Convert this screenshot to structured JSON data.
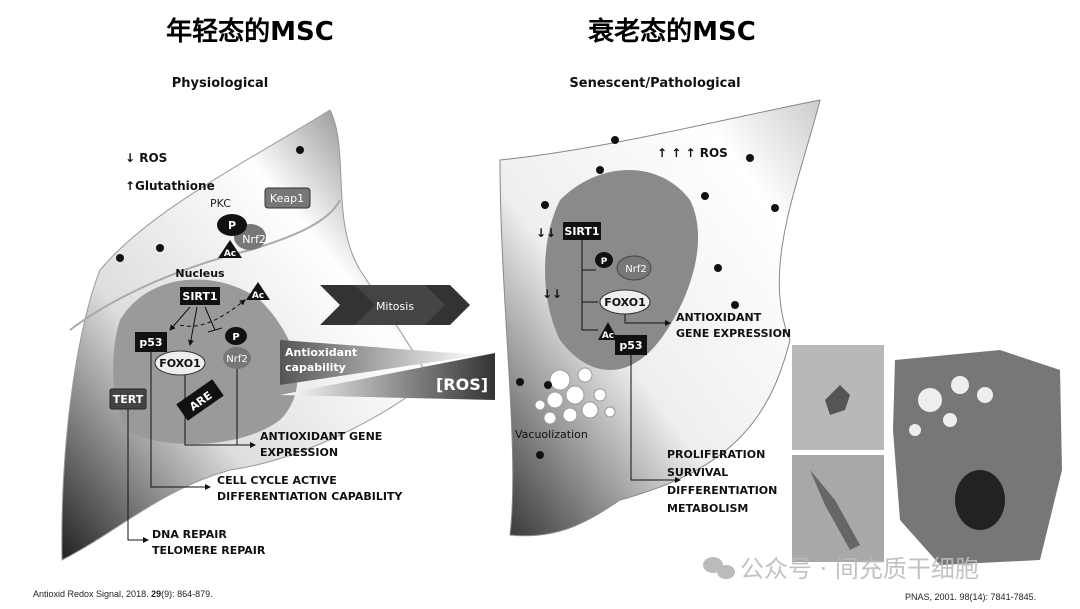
{
  "titles": {
    "young": "年轻态的MSC",
    "senescent": "衰老态的MSC"
  },
  "left": {
    "subtitle": "Physiological",
    "ros": "↓ ROS",
    "glutathione": "↑Glutathione",
    "pkc": "PKC",
    "keap1": "Keap1",
    "p": "P",
    "nrf2": "Nrf2",
    "ac": "Ac",
    "nucleus": "Nucleus",
    "sirt1": "SIRT1",
    "p53": "p53",
    "foxo1": "FOXO1",
    "are": "ARE",
    "tert": "TERT",
    "out1a": "ANTIOXIDANT GENE",
    "out1b": "EXPRESSION",
    "out2a": "CELL CYCLE ACTIVE",
    "out2b": "DIFFERENTIATION CAPABILITY",
    "out3a": "DNA REPAIR",
    "out3b": "TELOMERE REPAIR"
  },
  "middle": {
    "mitosis": "Mitosis",
    "antioxidant_a": "Antioxidant",
    "antioxidant_b": "capability",
    "ros": "[ROS]"
  },
  "right": {
    "subtitle": "Senescent/Pathological",
    "ros": "↑ ↑ ↑  ROS",
    "sirt1_arrows": "↓↓",
    "sirt1": "SIRT1",
    "p": "P",
    "nrf2": "Nrf2",
    "arrows2": "↓↓",
    "foxo1": "FOXO1",
    "ac": "Ac",
    "p53": "p53",
    "gene_a": "ANTIOXIDANT",
    "gene_b": "GENE EXPRESSION",
    "vacuolization": "Vacuolization",
    "out": [
      "PROLIFERATION",
      "SURVIVAL",
      "DIFFERENTIATION",
      "METABOLISM"
    ]
  },
  "citations": {
    "left_journal": "Antioxid Redox Signal, 2018. ",
    "left_vol": "29",
    "left_rest": "(9): 864-879.",
    "right": "PNAS, 2001. 98(14): 7841-7845."
  },
  "watermark": "公众号 · 间充质干细胞"
}
